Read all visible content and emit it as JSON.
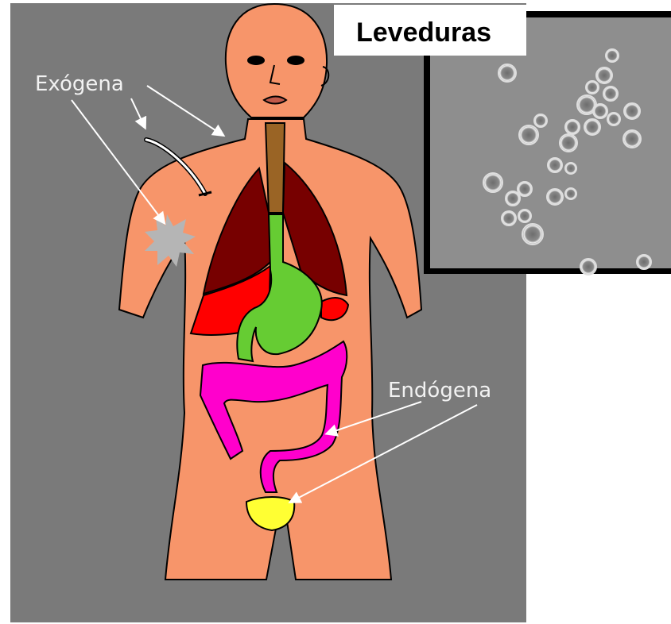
{
  "labels": {
    "exogenous": "Exógena",
    "endogenous": "Endógena",
    "yeast_title": "Leveduras"
  },
  "colors": {
    "background_panel": "#7a7a7a",
    "skin": "#f7956a",
    "lungs": "#770000",
    "liver": "#ff0000",
    "stomach": "#66cc33",
    "intestine": "#ff00cc",
    "bladder": "#ffff33",
    "trachea": "#9a6425",
    "wound": "#b5b5b5",
    "arrow": "#ffffff",
    "micrograph_bg": "#8e8e8e",
    "micrograph_frame": "#000000"
  },
  "icons": {
    "wound": "starburst-wound-icon",
    "needle": "needle-icon"
  }
}
